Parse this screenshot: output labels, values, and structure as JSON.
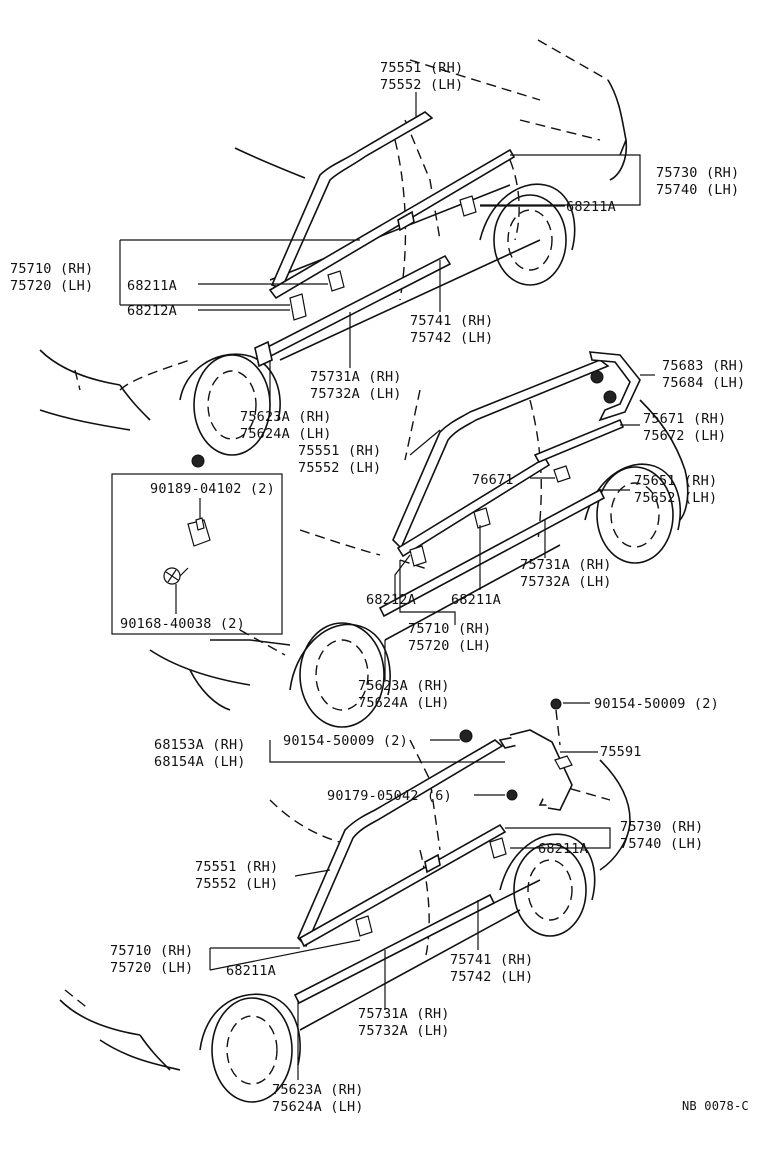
{
  "labels": {
    "d1_75551": "75551 (RH)",
    "d1_75552": "75552 (LH)",
    "d1_75730": "75730 (RH)",
    "d1_75740": "75740 (LH)",
    "d1_68211A_r": "68211A",
    "d1_75710": "75710 (RH)",
    "d1_75720": "75720 (LH)",
    "d1_68211A_l": "68211A",
    "d1_68212A": "68212A",
    "d1_75741": "75741 (RH)",
    "d1_75742": "75742 (LH)",
    "d1_75731A": "75731A (RH)",
    "d1_75732A": "75732A (LH)",
    "d1_75623A": "75623A (RH)",
    "d1_75624A": "75624A (LH)",
    "inset_90189": "90189-04102 (2)",
    "inset_90168": "90168-40038 (2)",
    "d2_75683": "75683 (RH)",
    "d2_75684": "75684 (LH)",
    "d2_75671": "75671 (RH)",
    "d2_75672": "75672 (LH)",
    "d2_75551": "75551 (RH)",
    "d2_75552": "75552 (LH)",
    "d2_76671": "76671",
    "d2_75651": "75651 (RH)",
    "d2_75652": "75652 (LH)",
    "d2_75731A": "75731A (RH)",
    "d2_75732A": "75732A (LH)",
    "d2_68212A": "68212A",
    "d2_68211A": "68211A",
    "d2_75710": "75710 (RH)",
    "d2_75720": "75720 (LH)",
    "d2_75623A": "75623A (RH)",
    "d2_75624A": "75624A (LH)",
    "d3_90154_top": "90154-50009 (2)",
    "d3_68153A": "68153A (RH)",
    "d3_68154A": "68154A (LH)",
    "d3_90154_mid": "90154-50009 (2)",
    "d3_75591": "75591",
    "d3_90179": "90179-05042 (6)",
    "d3_75730": "75730 (RH)",
    "d3_75740": "75740 (LH)",
    "d3_68211A_r": "68211A",
    "d3_75551": "75551 (RH)",
    "d3_75552": "75552 (LH)",
    "d3_75710": "75710 (RH)",
    "d3_75720": "75720 (LH)",
    "d3_68211A_l": "68211A",
    "d3_75741": "75741 (RH)",
    "d3_75742": "75742 (LH)",
    "d3_75731A": "75731A (RH)",
    "d3_75732A": "75732A (LH)",
    "d3_75623A": "75623A (RH)",
    "d3_75624A": "75624A (LH)",
    "ref_code": "NB 0078-C"
  }
}
